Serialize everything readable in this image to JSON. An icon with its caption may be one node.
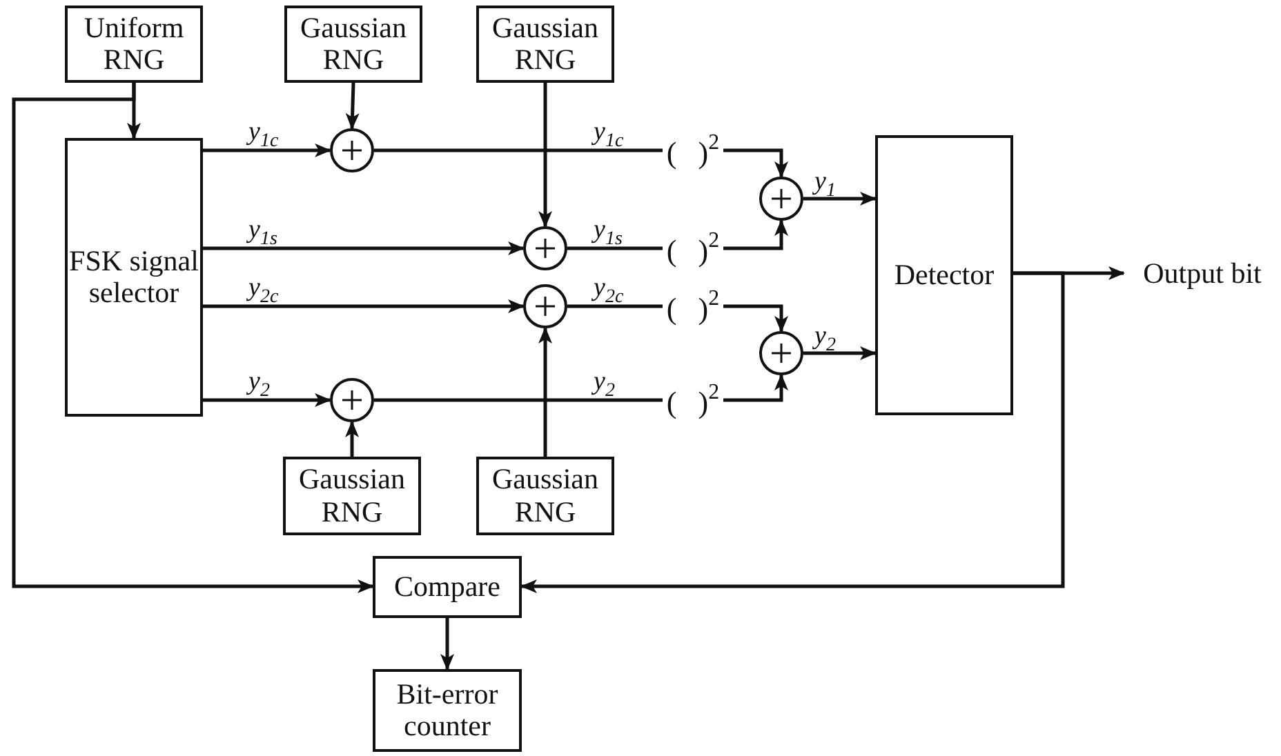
{
  "diagram": {
    "nodes": [
      {
        "text": [
          "Uniform RNG"
        ]
      },
      {
        "text": [
          "Gaussian RNG"
        ]
      },
      {
        "text": [
          "Gaussian RNG"
        ]
      },
      {
        "text": [
          "FSK signal selector"
        ]
      },
      {
        "text": [],
        "shape": "circle"
      },
      {
        "text": [],
        "shape": "circle"
      },
      {
        "text": [],
        "shape": "circle"
      },
      {
        "text": [],
        "shape": "circle"
      },
      {
        "text": [
          "( )$^{2}$"
        ]
      },
      {
        "text": [
          "( )$^{2}$"
        ]
      },
      {
        "text": [
          "( )$^{2}$"
        ]
      },
      {
        "text": [
          "( )$^{2}$"
        ]
      },
      {
        "text": [],
        "shape": "circle"
      },
      {
        "text": [],
        "shape": "circle"
      },
      {
        "text": [
          "Detector"
        ]
      },
      {
        "text": [
          "Output bit"
        ]
      },
      {
        "text": [
          "Gaussian RNG"
        ]
      },
      {
        "text": [
          "Gaussian RNG"
        ]
      },
      {
        "text": [
          "Compare"
        ]
      },
      {
        "text": [
          "Bit-error counter"
        ]
      }
    ],
    "edges": [
      {
        "from": 0,
        "to": 3,
        "arrow": "to"
      },
      {
        "from": 0,
        "to": 18,
        "arrow": "to"
      },
      {
        "from": 1,
        "to": 4,
        "arrow": "to"
      },
      {
        "from": 2,
        "to": 5,
        "arrow": "to"
      },
      {
        "from": 3,
        "to": 4,
        "arrow": "to",
        "label": "y$_{1c}$"
      },
      {
        "from": 3,
        "to": 5,
        "arrow": "to",
        "label": "y$_{1s}$"
      },
      {
        "from": 3,
        "to": 6,
        "arrow": "to",
        "label": "y$_{2c}$"
      },
      {
        "from": 3,
        "to": 7,
        "arrow": "to",
        "label": "y$_{2}$"
      },
      {
        "from": 4,
        "to": 8,
        "arrow": "none",
        "label": "y$_{1c}$"
      },
      {
        "from": 5,
        "to": 9,
        "arrow": "none",
        "label": "y$_{1s}$"
      },
      {
        "from": 6,
        "to": 10,
        "arrow": "none",
        "label": "y$_{2c}$"
      },
      {
        "from": 7,
        "to": 11,
        "arrow": "none",
        "label": "y$_{2}$"
      },
      {
        "from": 8,
        "to": 12,
        "arrow": "to"
      },
      {
        "from": 9,
        "to": 12,
        "arrow": "to"
      },
      {
        "from": 10,
        "to": 13,
        "arrow": "to"
      },
      {
        "from": 11,
        "to": 13,
        "arrow": "to"
      },
      {
        "from": 12,
        "to": 14,
        "arrow": "to",
        "label": "y$_{1}$"
      },
      {
        "from": 13,
        "to": 14,
        "arrow": "to",
        "label": "y$_{2}$"
      },
      {
        "from": 14,
        "to": 15,
        "arrow": "to"
      },
      {
        "from": 14,
        "to": 18,
        "arrow": "to"
      },
      {
        "from": 16,
        "to": 7,
        "arrow": "to"
      },
      {
        "from": 17,
        "to": 6,
        "arrow": "to"
      },
      {
        "from": 18,
        "to": 19,
        "arrow": "to"
      }
    ]
  }
}
